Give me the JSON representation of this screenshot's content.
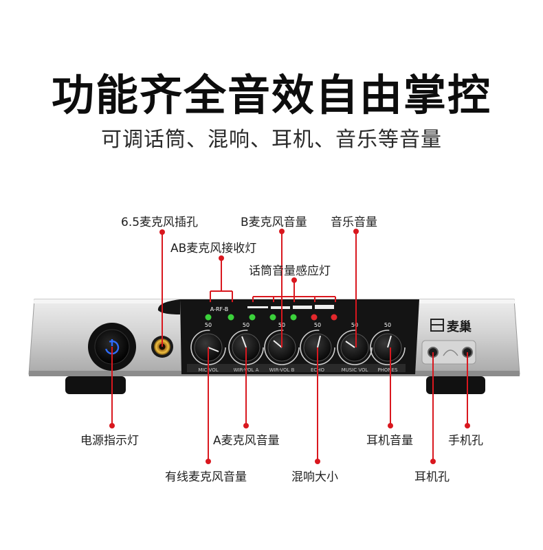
{
  "headline": "功能齐全音效自由掌控",
  "subline": "可调话筒、混响、耳机、音乐等音量",
  "brand": {
    "logo_text": "麦巢"
  },
  "panel": {
    "rf_label": "A-RF-B",
    "knob_scale": "50",
    "knob_labels": [
      "MIC VOL",
      "WIR-VOL A",
      "WIR-VOL B",
      "ECHO",
      "MUSIC VOL",
      "PHONES"
    ]
  },
  "callouts": {
    "jack_65": "6.5麦克风插孔",
    "rf_leds": "AB麦克风接收灯",
    "mic_b_volume": "B麦克风音量",
    "mic_sense_leds": "话筒音量感应灯",
    "music_volume": "音乐音量",
    "power_led": "电源指示灯",
    "mic_a_volume": "A麦克风音量",
    "wired_mic_volume": "有线麦克风音量",
    "echo_level": "混响大小",
    "phones_volume": "耳机音量",
    "phone_jack": "手机孔",
    "headphone_jack": "耳机孔"
  },
  "colors": {
    "callout_line": "#d9171e",
    "panel_black": "#141414",
    "chassis_silver": "#cfcfcf",
    "led_green": "#3bd13b",
    "led_red": "#e3282c",
    "power_ring": "#2f6dff"
  }
}
